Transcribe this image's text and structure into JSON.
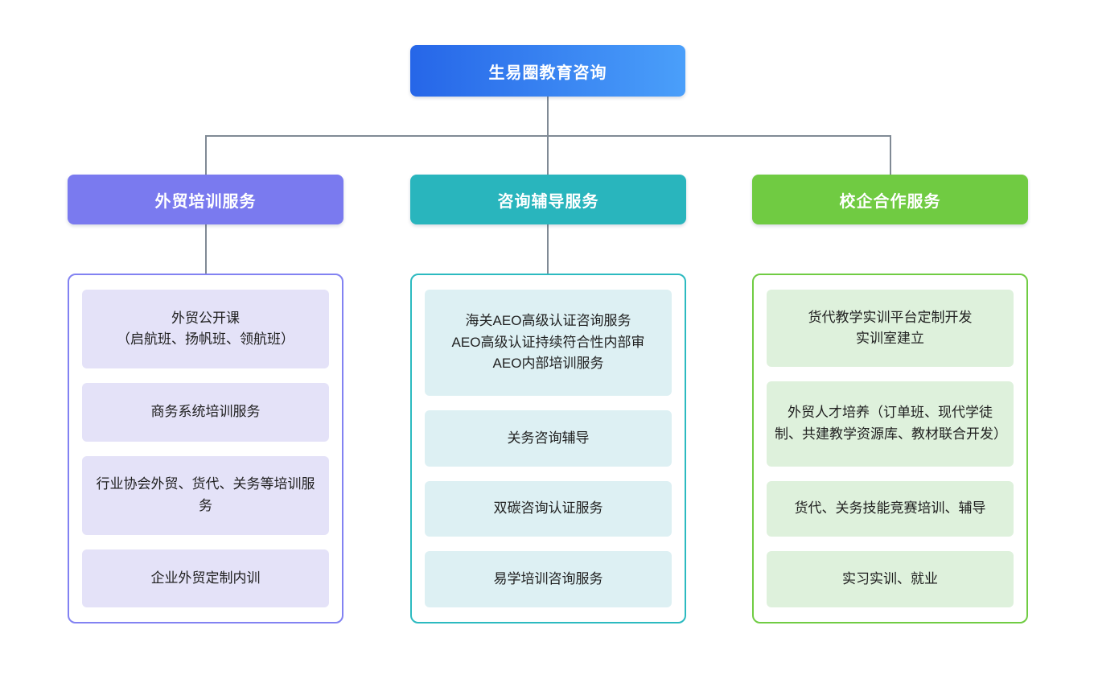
{
  "root": {
    "label": "生易圈教育咨询"
  },
  "branches": [
    {
      "label": "外贸培训服务",
      "items": [
        {
          "text": "外贸公开课\n（启航班、扬帆班、领航班）"
        },
        {
          "text": "商务系统培训服务"
        },
        {
          "text": "行业协会外贸、货代、关务等培训服务"
        },
        {
          "text": "企业外贸定制内训"
        }
      ]
    },
    {
      "label": "咨询辅导服务",
      "items": [
        {
          "text": "海关AEO高级认证咨询服务\nAEO高级认证持续符合性内部审\nAEO内部培训服务"
        },
        {
          "text": "关务咨询辅导"
        },
        {
          "text": "双碳咨询认证服务"
        },
        {
          "text": "易学培训咨询服务"
        }
      ]
    },
    {
      "label": "校企合作服务",
      "items": [
        {
          "text": "货代教学实训平台定制开发\n实训室建立"
        },
        {
          "text": "外贸人才培养（订单班、现代学徒制、共建教学资源库、教材联合开发）"
        },
        {
          "text": "货代、关务技能竞赛培训、辅导"
        },
        {
          "text": "实习实训、就业"
        }
      ]
    }
  ],
  "colors": {
    "root_gradient_start": "#2666E8",
    "root_gradient_end": "#4A9FFA",
    "branch1_header": "#7A7AEF",
    "branch1_border": "#8282F2",
    "branch1_item_bg": "#E4E2F8",
    "branch2_header": "#29B5BD",
    "bran2_border_note": "",
    "branch2_border": "#2CBAC0",
    "branch2_item_bg": "#DDF0F3",
    "branch3_header": "#70CB42",
    "branch3_border": "#70CC43",
    "branch3_item_bg": "#DEF1DC",
    "connector": "#808A95",
    "node_text": "#FFFFFF",
    "item_text": "#1F1F1F",
    "background": "#FFFFFF"
  }
}
